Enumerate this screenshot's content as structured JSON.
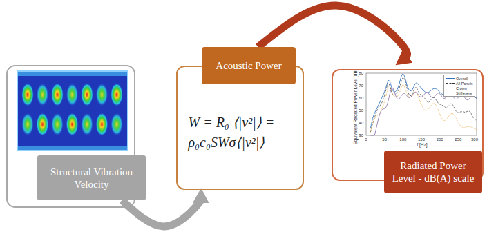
{
  "diagram": {
    "nodes": [
      {
        "text": [
          "Structural Vibration Velocity"
        ]
      },
      {
        "text": [
          "W = R₀ ⟨|v²|⟩ = ρ₀c₀SWσ⟨|v²|⟩"
        ]
      },
      {
        "text": [
          "Acoustic Power"
        ],
        "in": 1
      },
      {
        "text": [
          "Equivalent Radiated Power Level [dB]",
          "f [Hz]"
        ]
      },
      {
        "text": [
          "Radiated Power Level - dB(A) scale"
        ],
        "in": 3
      }
    ],
    "edges": [
      {
        "from": 0,
        "to": 1,
        "arrow": "to"
      },
      {
        "from": 2,
        "to": 3,
        "arrow": "to"
      }
    ],
    "labels": [
      "80",
      "70",
      "60",
      "50",
      "40",
      "30",
      "0",
      "50",
      "100",
      "150",
      "200",
      "250",
      "300"
    ],
    "legend": [
      {
        "text": "Overall"
      },
      {
        "text": "All Panels"
      },
      {
        "text": "Crown"
      },
      {
        "text": "Stiffeners"
      }
    ]
  }
}
